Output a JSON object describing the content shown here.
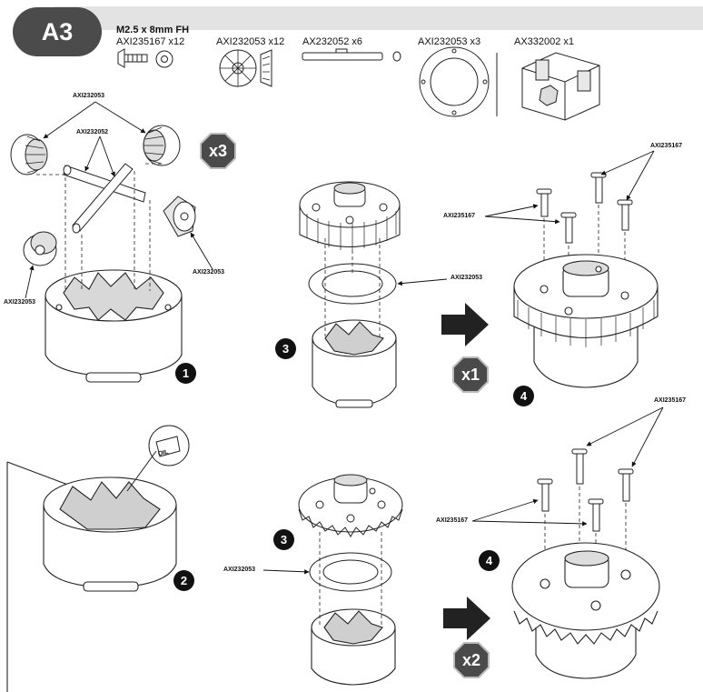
{
  "header": {
    "step_label": "A3",
    "screw_title": "M2.5 x 8mm FH",
    "parts": [
      {
        "name": "AXI235167 x12",
        "icon": "flat-head-screw-icon"
      },
      {
        "name": "AXI232053 x12",
        "icon": "bevel-gear-icon"
      },
      {
        "name": "AX232052 x6",
        "icon": "cross-pin-icon"
      },
      {
        "name": "AXI232053 x3",
        "icon": "gasket-icon"
      },
      {
        "name": "AX332002 x1",
        "icon": "diff-case-icon"
      }
    ]
  },
  "labels": {
    "gear": "AXI232053",
    "pin": "AXI232052",
    "screw": "AXI235167",
    "gasket": "AXI232053",
    "oil": "OIL"
  },
  "steps": [
    "1",
    "2",
    "3",
    "4",
    "3",
    "4"
  ],
  "multipliers": [
    "x3",
    "x1",
    "x2"
  ]
}
